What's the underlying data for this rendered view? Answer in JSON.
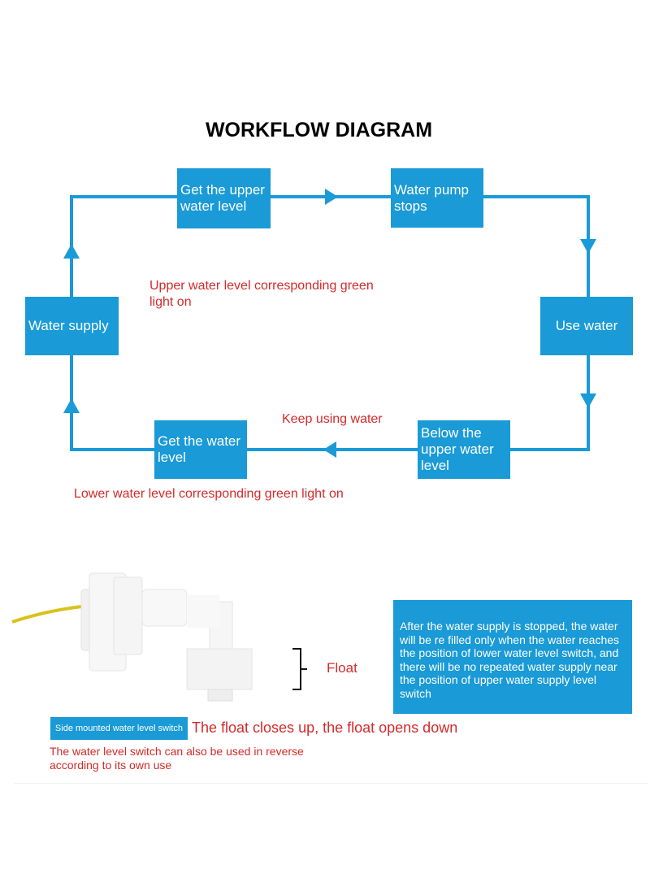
{
  "title": "WORKFLOW DIAGRAM",
  "diagram": {
    "boxes": {
      "get_upper": "Get the upper water level",
      "pump_stops": "Water pump stops",
      "use_water": "Use water",
      "below_upper": "Below the upper water level",
      "get_water_level": "Get the water level",
      "water_supply": "Water supply"
    },
    "notes": {
      "upper_light": "Upper water level corresponding green light on",
      "keep_using": "Keep using water",
      "lower_light": "Lower water level corresponding green light on"
    },
    "colors": {
      "blue": "#1a9ad6",
      "red": "#d42a2a"
    }
  },
  "product": {
    "float_label": "Float",
    "info_text": "After the water supply is stopped, the water will be re filled only when the water reaches the position of lower water level switch, and there will be no repeated water supply near the position of upper water supply level switch",
    "tag": "Side mounted water level switch",
    "float_caption": "The float closes up, the float opens down",
    "reverse_note": "The water level switch can also be used in reverse according to its own use"
  }
}
